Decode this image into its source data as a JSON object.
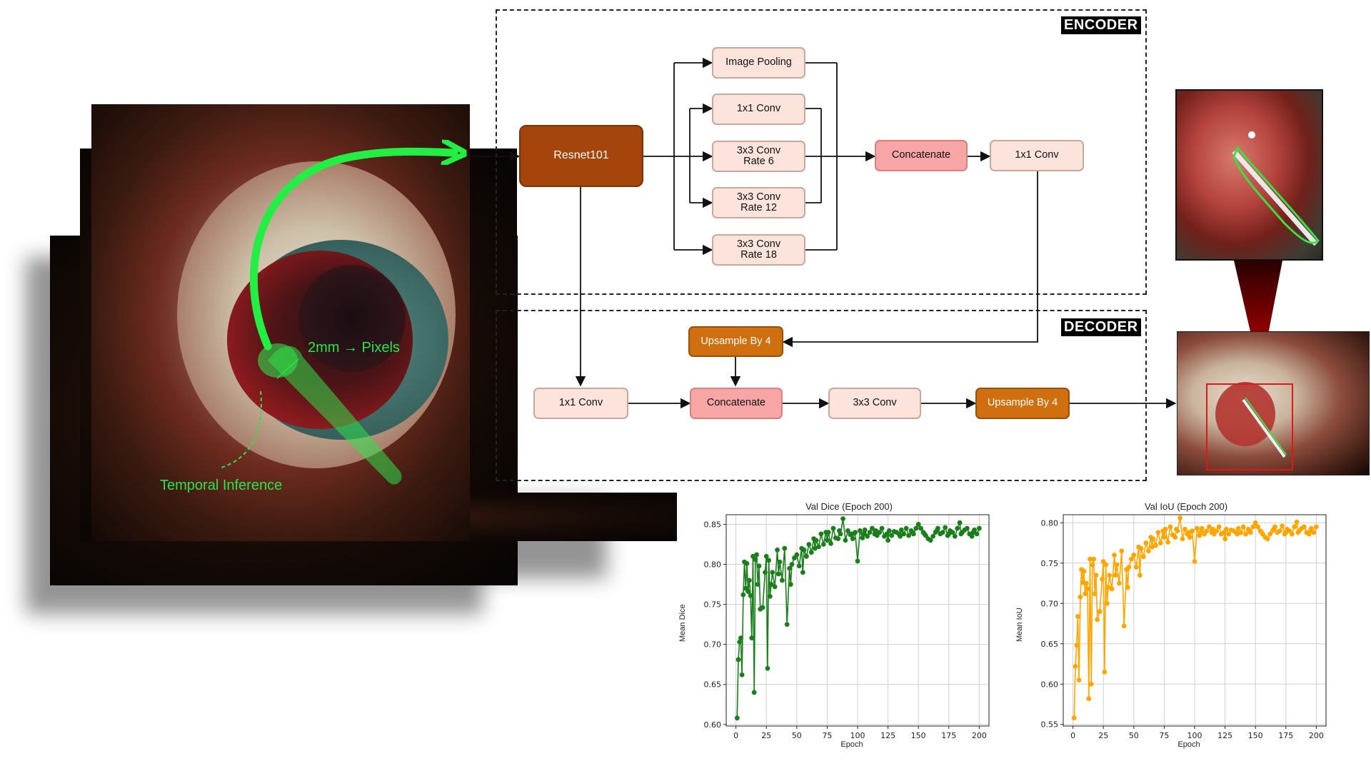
{
  "diagram": {
    "encoder_label": "ENCODER",
    "decoder_label": "DECODER",
    "nodes": {
      "resnet": "Resnet101",
      "image_pooling": "Image Pooling",
      "conv1x1_enc": "1x1 Conv",
      "conv3x3_r6_a": "3x3 Conv",
      "conv3x3_r6_b": "Rate 6",
      "conv3x3_r12_a": "3x3 Conv",
      "conv3x3_r12_b": "Rate 12",
      "conv3x3_r18_a": "3x3 Conv",
      "conv3x3_r18_b": "Rate 18",
      "concat_enc": "Concatenate",
      "conv1x1_out": "1x1 Conv",
      "upsample_top": "Upsample By 4",
      "conv1x1_dec": "1x1 Conv",
      "concat_dec": "Concatenate",
      "conv3x3_dec": "3x3 Conv",
      "upsample_out": "Upsample By 4"
    }
  },
  "annotations": {
    "scale": "2mm → Pixels",
    "temporal": "Temporal Inference"
  },
  "colors": {
    "annotation_green": "#26e64a",
    "dice_series": "#1a7f1a",
    "iou_series": "#ffa500",
    "bbox_red": "#e01818"
  },
  "chart_data": [
    {
      "type": "line",
      "title": "Val Dice (Epoch 200)",
      "xlabel": "Epoch",
      "ylabel": "Mean Dice",
      "xlim": [
        -8,
        208
      ],
      "ylim": [
        0.598,
        0.862
      ],
      "xticks": [
        0,
        25,
        50,
        75,
        100,
        125,
        150,
        175,
        200
      ],
      "yticks": [
        0.6,
        0.65,
        0.7,
        0.75,
        0.8,
        0.85
      ],
      "grid": true,
      "series": [
        {
          "x": [
            1,
            2,
            3,
            4,
            5,
            6,
            7,
            8,
            9,
            10,
            11,
            12,
            13,
            14,
            15,
            16,
            17,
            18,
            19,
            20,
            22,
            24,
            25,
            26,
            27,
            28,
            29,
            30,
            32,
            34,
            35,
            36,
            38,
            40,
            42,
            44,
            45,
            46,
            48,
            50,
            52,
            54,
            55,
            56,
            58,
            60,
            62,
            64,
            65,
            66,
            68,
            70,
            72,
            74,
            75,
            76,
            78,
            80,
            82,
            84,
            85,
            86,
            88,
            90,
            92,
            94,
            95,
            96,
            98,
            100,
            102,
            104,
            105,
            106,
            108,
            110,
            112,
            114,
            115,
            116,
            118,
            120,
            122,
            124,
            125,
            126,
            128,
            130,
            132,
            134,
            135,
            136,
            138,
            140,
            142,
            144,
            145,
            146,
            148,
            150,
            152,
            154,
            155,
            156,
            158,
            160,
            162,
            164,
            165,
            166,
            168,
            170,
            172,
            174,
            175,
            176,
            178,
            180,
            182,
            184,
            185,
            186,
            188,
            190,
            192,
            194,
            195,
            196,
            198,
            200
          ],
          "values": [
            0.608,
            0.681,
            0.703,
            0.708,
            0.662,
            0.762,
            0.803,
            0.77,
            0.801,
            0.766,
            0.78,
            0.761,
            0.708,
            0.81,
            0.64,
            0.806,
            0.812,
            0.775,
            0.798,
            0.744,
            0.746,
            0.79,
            0.81,
            0.67,
            0.805,
            0.76,
            0.775,
            0.79,
            0.772,
            0.818,
            0.788,
            0.803,
            0.78,
            0.82,
            0.725,
            0.795,
            0.775,
            0.8,
            0.808,
            0.812,
            0.798,
            0.82,
            0.79,
            0.818,
            0.81,
            0.825,
            0.815,
            0.832,
            0.82,
            0.83,
            0.822,
            0.838,
            0.825,
            0.84,
            0.83,
            0.84,
            0.826,
            0.845,
            0.833,
            0.832,
            0.842,
            0.838,
            0.857,
            0.83,
            0.842,
            0.837,
            0.838,
            0.832,
            0.84,
            0.804,
            0.842,
            0.833,
            0.838,
            0.843,
            0.835,
            0.84,
            0.845,
            0.838,
            0.842,
            0.836,
            0.84,
            0.845,
            0.835,
            0.838,
            0.83,
            0.842,
            0.836,
            0.841,
            0.84,
            0.838,
            0.835,
            0.843,
            0.838,
            0.845,
            0.836,
            0.842,
            0.84,
            0.838,
            0.845,
            0.85,
            0.845,
            0.84,
            0.838,
            0.836,
            0.832,
            0.83,
            0.835,
            0.84,
            0.842,
            0.845,
            0.838,
            0.84,
            0.846,
            0.836,
            0.838,
            0.842,
            0.84,
            0.835,
            0.845,
            0.852,
            0.838,
            0.84,
            0.843,
            0.845,
            0.838,
            0.835,
            0.84,
            0.843,
            0.838,
            0.845
          ]
        }
      ]
    },
    {
      "type": "line",
      "title": "Val IoU (Epoch 200)",
      "xlabel": "Epoch",
      "ylabel": "Mean IoU",
      "xlim": [
        -8,
        208
      ],
      "ylim": [
        0.548,
        0.81
      ],
      "xticks": [
        0,
        25,
        50,
        75,
        100,
        125,
        150,
        175,
        200
      ],
      "yticks": [
        0.55,
        0.6,
        0.65,
        0.7,
        0.75,
        0.8
      ],
      "grid": true,
      "series": [
        {
          "x": [
            1,
            2,
            3,
            4,
            5,
            6,
            7,
            8,
            9,
            10,
            11,
            12,
            13,
            14,
            15,
            16,
            17,
            18,
            19,
            20,
            22,
            24,
            25,
            26,
            27,
            28,
            29,
            30,
            32,
            34,
            35,
            36,
            38,
            40,
            42,
            44,
            45,
            46,
            48,
            50,
            52,
            54,
            55,
            56,
            58,
            60,
            62,
            64,
            65,
            66,
            68,
            70,
            72,
            74,
            75,
            76,
            78,
            80,
            82,
            84,
            85,
            86,
            88,
            90,
            92,
            94,
            95,
            96,
            98,
            100,
            102,
            104,
            105,
            106,
            108,
            110,
            112,
            114,
            115,
            116,
            118,
            120,
            122,
            124,
            125,
            126,
            128,
            130,
            132,
            134,
            135,
            136,
            138,
            140,
            142,
            144,
            145,
            146,
            148,
            150,
            152,
            154,
            155,
            156,
            158,
            160,
            162,
            164,
            165,
            166,
            168,
            170,
            172,
            174,
            175,
            176,
            178,
            180,
            182,
            184,
            185,
            186,
            188,
            190,
            192,
            194,
            195,
            196,
            198,
            200
          ],
          "values": [
            0.558,
            0.622,
            0.648,
            0.684,
            0.605,
            0.708,
            0.742,
            0.726,
            0.74,
            0.712,
            0.725,
            0.718,
            0.582,
            0.755,
            0.6,
            0.748,
            0.755,
            0.712,
            0.735,
            0.68,
            0.69,
            0.73,
            0.752,
            0.615,
            0.748,
            0.7,
            0.72,
            0.735,
            0.718,
            0.76,
            0.735,
            0.748,
            0.725,
            0.765,
            0.672,
            0.742,
            0.72,
            0.745,
            0.755,
            0.76,
            0.745,
            0.77,
            0.735,
            0.768,
            0.758,
            0.775,
            0.765,
            0.782,
            0.77,
            0.78,
            0.772,
            0.788,
            0.775,
            0.79,
            0.782,
            0.792,
            0.776,
            0.795,
            0.785,
            0.782,
            0.792,
            0.79,
            0.806,
            0.78,
            0.792,
            0.786,
            0.788,
            0.782,
            0.79,
            0.752,
            0.793,
            0.784,
            0.788,
            0.793,
            0.786,
            0.79,
            0.795,
            0.788,
            0.792,
            0.786,
            0.79,
            0.795,
            0.786,
            0.788,
            0.78,
            0.792,
            0.786,
            0.791,
            0.79,
            0.788,
            0.786,
            0.793,
            0.788,
            0.795,
            0.786,
            0.792,
            0.79,
            0.788,
            0.795,
            0.8,
            0.795,
            0.79,
            0.788,
            0.786,
            0.782,
            0.78,
            0.786,
            0.79,
            0.792,
            0.795,
            0.788,
            0.79,
            0.796,
            0.786,
            0.788,
            0.792,
            0.79,
            0.786,
            0.795,
            0.801,
            0.788,
            0.79,
            0.793,
            0.795,
            0.788,
            0.786,
            0.79,
            0.793,
            0.788,
            0.795
          ]
        }
      ]
    }
  ]
}
